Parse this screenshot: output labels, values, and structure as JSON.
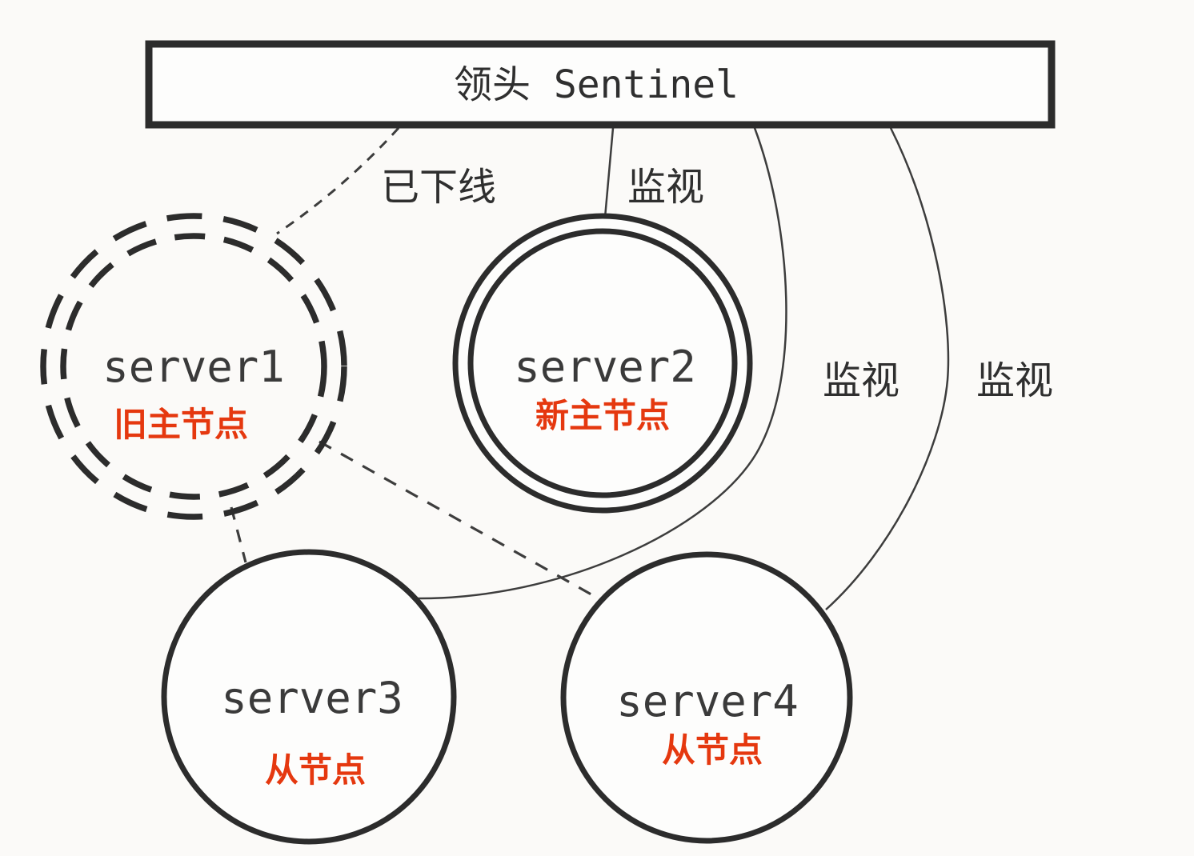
{
  "sentinel": {
    "label": "领头 Sentinel"
  },
  "nodes": [
    {
      "name": "server1",
      "role": "旧主节点",
      "shape": "dashed-double-circle",
      "status": "offline-old-master"
    },
    {
      "name": "server2",
      "role": "新主节点",
      "shape": "double-circle",
      "status": "new-master"
    },
    {
      "name": "server3",
      "role": "从节点",
      "shape": "circle",
      "status": "slave"
    },
    {
      "name": "server4",
      "role": "从节点",
      "shape": "circle",
      "status": "slave"
    }
  ],
  "edges": [
    {
      "from": "sentinel",
      "to": "server1",
      "label": "已下线",
      "style": "dashed"
    },
    {
      "from": "sentinel",
      "to": "server2",
      "label": "监视",
      "style": "solid"
    },
    {
      "from": "sentinel",
      "to": "server3",
      "label": "监视",
      "style": "solid"
    },
    {
      "from": "sentinel",
      "to": "server4",
      "label": "监视",
      "style": "solid"
    },
    {
      "from": "server1",
      "to": "server3",
      "label": "",
      "style": "dashed"
    },
    {
      "from": "server1",
      "to": "server4",
      "label": "",
      "style": "dashed"
    }
  ],
  "colors": {
    "shape_stroke": "#2c2c2c",
    "edge_stroke": "#3d3d3d",
    "node_text": "#3a3a3a",
    "role_text": "#e5380f",
    "background": "#fbfaf8"
  }
}
